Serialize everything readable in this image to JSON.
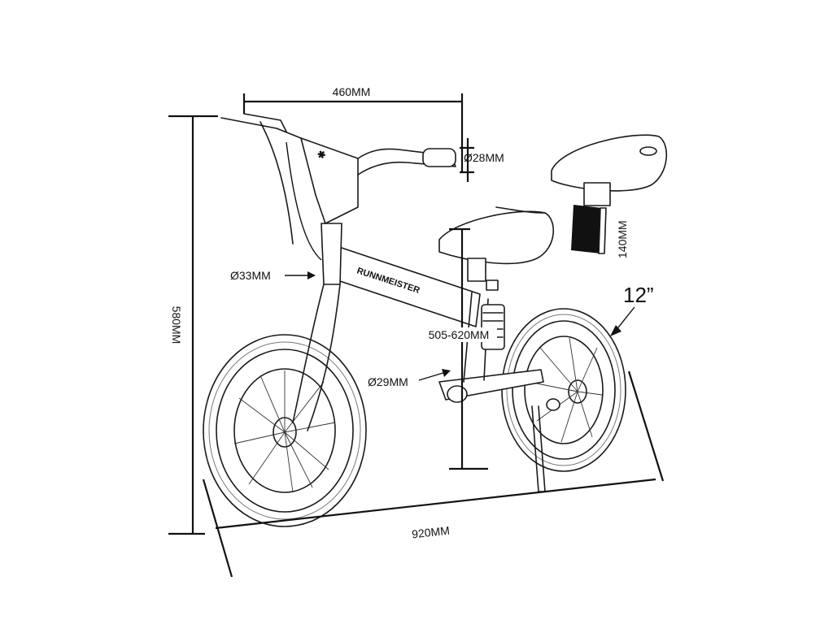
{
  "diagram": {
    "dimensions": {
      "handlebar_width": "460MM",
      "grip_diameter": "Ø28MM",
      "seat_post_length": "140MM",
      "wheel_size": "12”",
      "head_tube_diameter": "Ø33MM",
      "overall_height": "580MM",
      "seat_height_range": "505-620MM",
      "seat_tube_diameter": "Ø29MM",
      "overall_length": "920MM"
    },
    "frame_brand_text": "RUNNMEISTER",
    "colors": {
      "line": "#111111",
      "background": "#ffffff",
      "post_band": "#111111"
    }
  }
}
